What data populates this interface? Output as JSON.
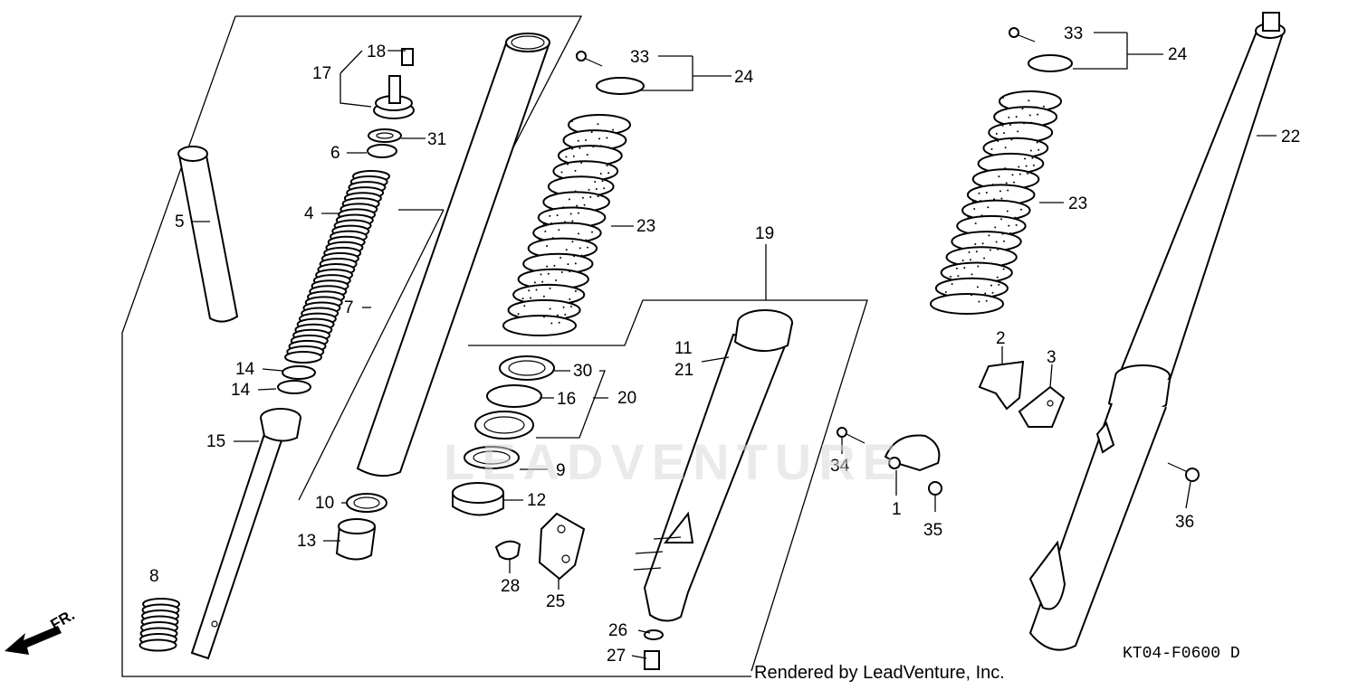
{
  "watermark": "LEADVENTURE",
  "credit": "Rendered by LeadVenture, Inc.",
  "diagram_code": "KT04-F0600 D",
  "direction_label": "FR.",
  "callouts": {
    "c1": "1",
    "c2": "2",
    "c3": "3",
    "c4": "4",
    "c5": "5",
    "c6": "6",
    "c7": "7",
    "c8": "8",
    "c9": "9",
    "c10": "10",
    "c11": "11",
    "c12": "12",
    "c13": "13",
    "c14a": "14",
    "c14b": "14",
    "c15": "15",
    "c16": "16",
    "c17": "17",
    "c18": "18",
    "c19": "19",
    "c20": "20",
    "c21": "21",
    "c22": "22",
    "c23a": "23",
    "c23b": "23",
    "c24a": "24",
    "c24b": "24",
    "c25": "25",
    "c26": "26",
    "c27": "27",
    "c28": "28",
    "c30": "30",
    "c31": "31",
    "c33a": "33",
    "c33b": "33",
    "c34": "34",
    "c35": "35",
    "c36": "36"
  }
}
